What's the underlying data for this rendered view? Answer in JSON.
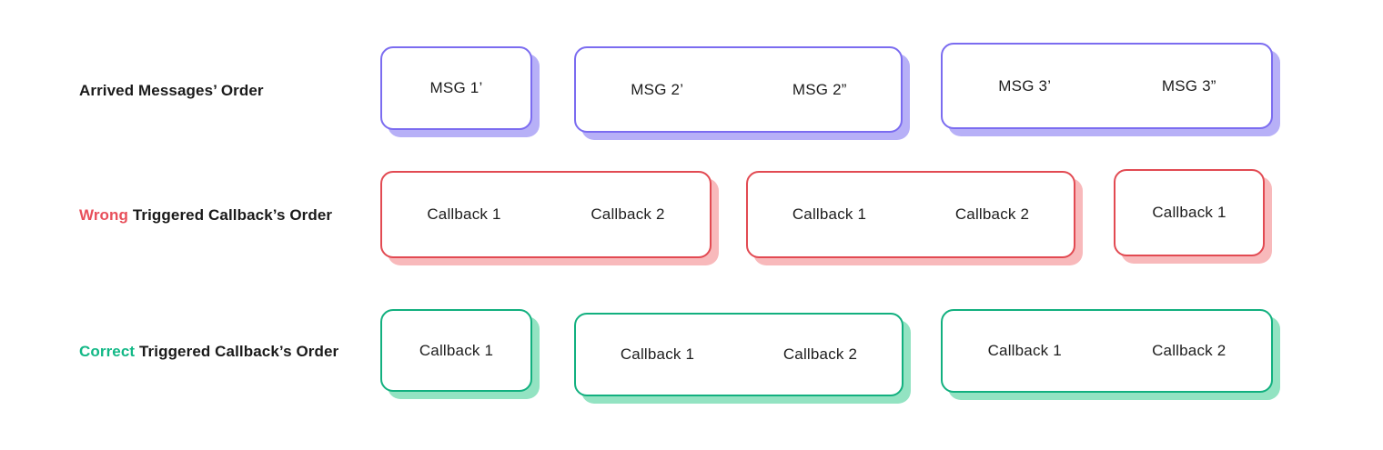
{
  "rows": [
    {
      "name": "arrived-messages",
      "label_plain": "Arrived Messages’ Order",
      "label_highlight": "",
      "label_rest": "Arrived Messages’ Order",
      "accent_border": "#7b6cf0",
      "accent_shadow": "#b7b0f7",
      "groups": [
        {
          "items": [
            "MSG 1’"
          ]
        },
        {
          "items": [
            "MSG 2’",
            "MSG 2”"
          ]
        },
        {
          "items": [
            "MSG 3’",
            "MSG 3”"
          ]
        }
      ]
    },
    {
      "name": "wrong-callback-order",
      "label_plain": "Wrong Triggered Callback’s Order",
      "label_highlight": "Wrong",
      "label_rest": " Triggered Callback’s Order",
      "accent_border": "#e24a52",
      "accent_shadow": "#f8b9bb",
      "groups": [
        {
          "items": [
            "Callback 1",
            "Callback 2"
          ]
        },
        {
          "items": [
            "Callback 1",
            "Callback 2"
          ]
        },
        {
          "items": [
            "Callback 1"
          ]
        }
      ]
    },
    {
      "name": "correct-callback-order",
      "label_plain": "Correct Triggered Callback’s Order",
      "label_highlight": "Correct",
      "label_rest": " Triggered Callback’s Order",
      "accent_border": "#12b07f",
      "accent_shadow": "#93e3c2",
      "groups": [
        {
          "items": [
            "Callback 1"
          ]
        },
        {
          "items": [
            "Callback 1",
            "Callback 2"
          ]
        },
        {
          "items": [
            "Callback 1",
            "Callback 2"
          ]
        }
      ]
    }
  ],
  "labels": {
    "row1": "Arrived Messages’ Order",
    "row2_highlight": "Wrong",
    "row2_rest": " Triggered Callback’s Order",
    "row3_highlight": "Correct",
    "row3_rest": " Triggered Callback’s Order"
  },
  "boxes": {
    "r1b1": {
      "items": [
        "MSG 1’"
      ]
    },
    "r1b2": {
      "items": [
        "MSG 2’",
        "MSG 2”"
      ]
    },
    "r1b3": {
      "items": [
        "MSG 3’",
        "MSG 3”"
      ]
    },
    "r2b1": {
      "items": [
        "Callback 1",
        "Callback 2"
      ]
    },
    "r2b2": {
      "items": [
        "Callback 1",
        "Callback 2"
      ]
    },
    "r2b3": {
      "items": [
        "Callback 1"
      ]
    },
    "r3b1": {
      "items": [
        "Callback 1"
      ]
    },
    "r3b2": {
      "items": [
        "Callback 1",
        "Callback 2"
      ]
    },
    "r3b3": {
      "items": [
        "Callback 1",
        "Callback 2"
      ]
    }
  },
  "colors": {
    "purple_border": "#7b6cf0",
    "purple_shadow": "#b7b0f7",
    "red_border": "#e24a52",
    "red_shadow": "#f8b9bb",
    "green_border": "#12b07f",
    "green_shadow": "#93e3c2",
    "text": "#1d1d1d",
    "background": "#ffffff"
  }
}
